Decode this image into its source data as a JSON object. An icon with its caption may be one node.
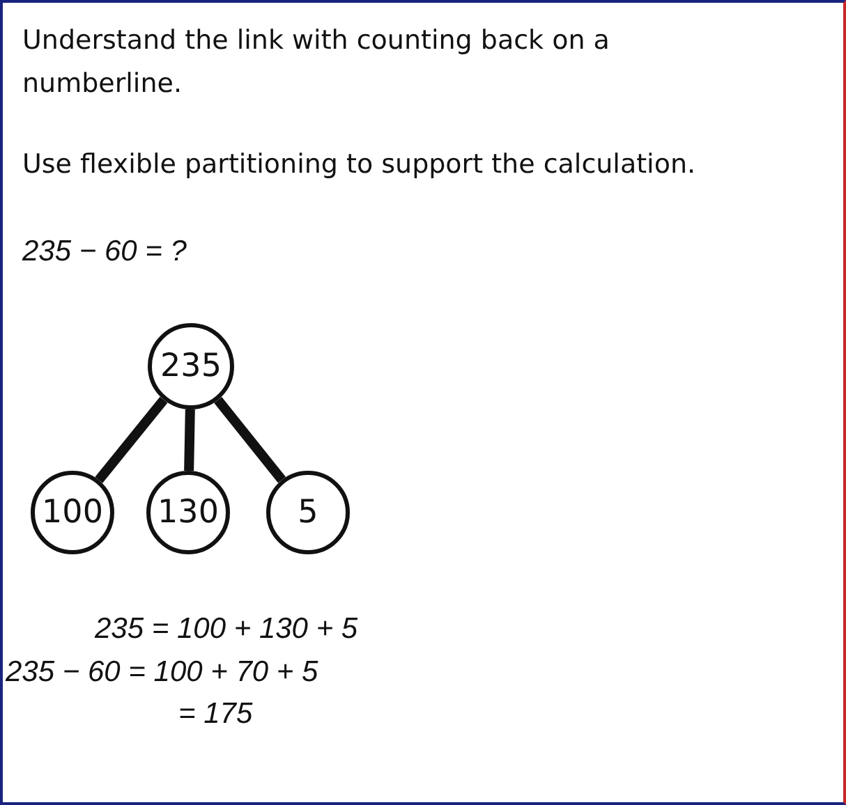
{
  "diagram": {
    "nodes": [
      {
        "text": [
          "235"
        ]
      },
      {
        "text": [
          "100"
        ]
      },
      {
        "text": [
          "130"
        ]
      },
      {
        "text": [
          "5"
        ]
      }
    ],
    "edges": [
      {
        "from": 0,
        "to": 1,
        "arrow": "none"
      },
      {
        "from": 0,
        "to": 2,
        "arrow": "none"
      },
      {
        "from": 0,
        "to": 3,
        "arrow": "none"
      }
    ],
    "labels": [
      "Understand the link with counting back on a numberline.",
      "Use flexible partitioning to support the calculation.",
      "235 − 60 = ?",
      "235 = 100 + 130 + 5",
      "235 − 60 = 100 + 70 + 5",
      "= 175"
    ]
  }
}
